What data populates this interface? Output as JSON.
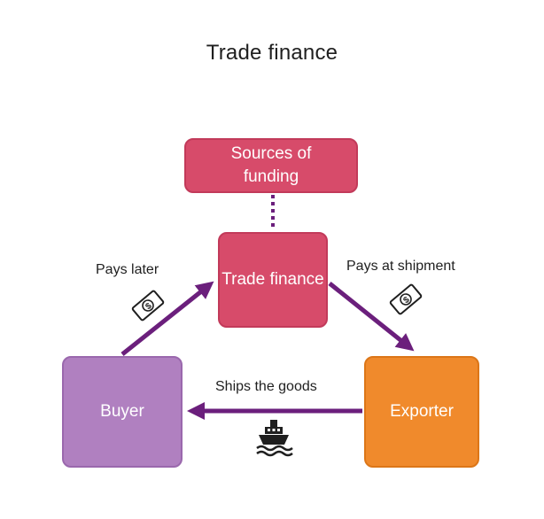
{
  "title": "Trade finance",
  "nodes": {
    "funding": "Sources of funding",
    "trade": "Trade finance",
    "buyer": "Buyer",
    "exporter": "Exporter"
  },
  "labels": {
    "pays_later": "Pays later",
    "pays_at_shipment": "Pays at shipment",
    "ships_goods": "Ships the goods"
  },
  "icons": {
    "payment": "dollar-bill-icon",
    "shipping": "ship-icon"
  },
  "colors": {
    "trade_node": "#d74b6a",
    "buyer_node": "#b080c0",
    "exporter_node": "#f08a2c",
    "arrow": "#6b1f7c"
  }
}
